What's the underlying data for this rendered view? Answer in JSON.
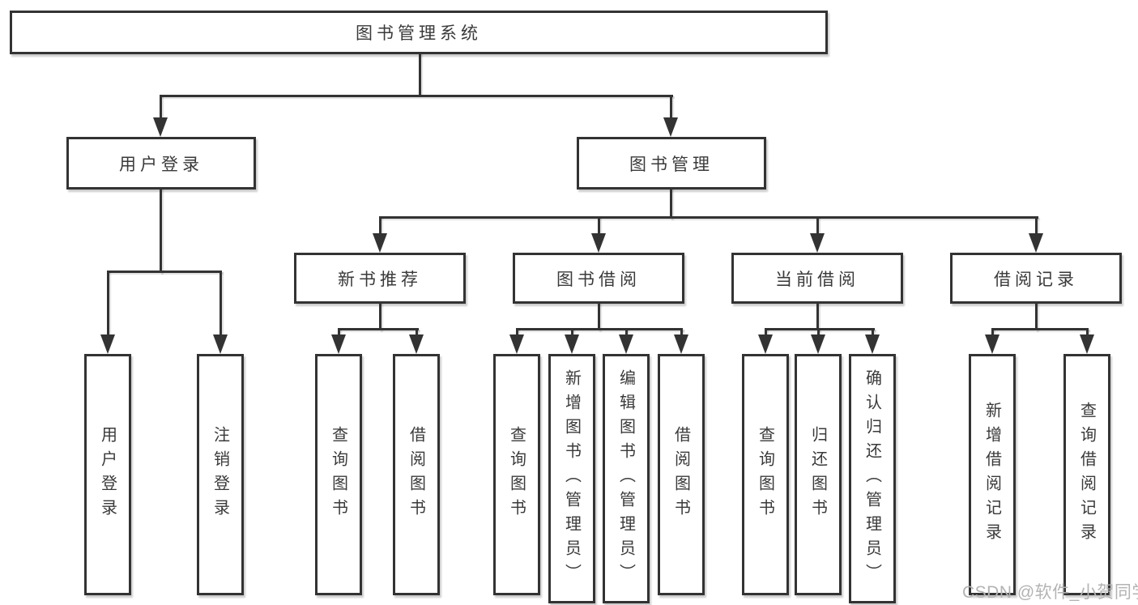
{
  "diagram": {
    "root": "图书管理系统",
    "level2": [
      "用户登录",
      "图书管理"
    ],
    "level3": [
      "新书推荐",
      "图书借阅",
      "当前借阅",
      "借阅记录"
    ],
    "level4": {
      "user_login": [
        "用户登录",
        "注销登录"
      ],
      "new_book_recommend": [
        "查询图书",
        "借阅图书"
      ],
      "book_borrow": [
        "查询图书",
        "新增图书（管理员）",
        "编辑图书（管理员）",
        "借阅图书"
      ],
      "current_borrow": [
        "查询图书",
        "归还图书",
        "确认归还（管理员）"
      ],
      "borrow_record": [
        "新增借阅记录",
        "查询借阅记录"
      ]
    }
  },
  "watermark": "CSDN @软件_小贺同学",
  "colors": {
    "line": "#333333",
    "text": "#3a3a3a",
    "watermark": "#b3b3b3",
    "background": "#ffffff"
  }
}
